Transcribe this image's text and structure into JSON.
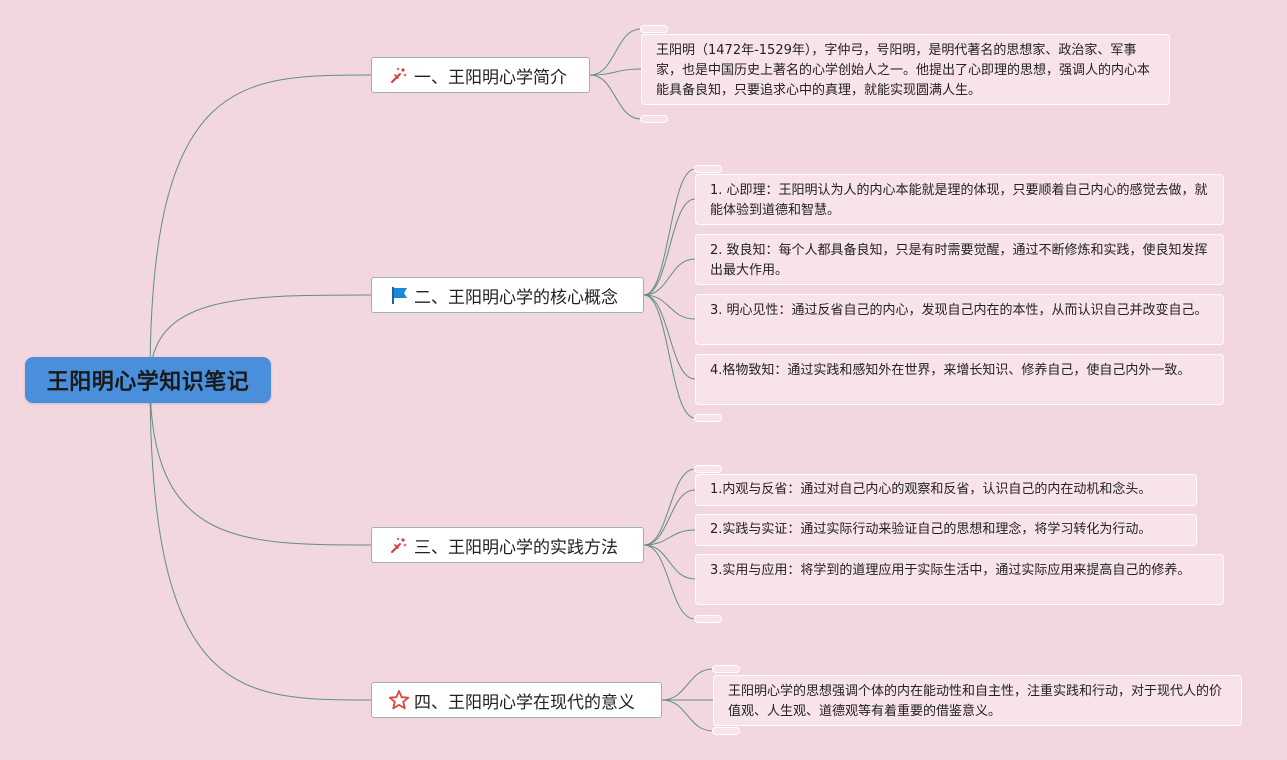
{
  "root": {
    "title": "王阳明心学知识笔记"
  },
  "branches": [
    {
      "label": "一、王阳明心学简介",
      "icon": "party-popper-icon",
      "notes": [
        "王阳明（1472年-1529年），字仲弓，号阳明，是明代著名的思想家、政治家、军事家，也是中国历史上著名的心学创始人之一。他提出了心即理的思想，强调人的内心本能具备良知，只要追求心中的真理，就能实现圆满人生。"
      ]
    },
    {
      "label": "二、王阳明心学的核心概念",
      "icon": "flag-icon",
      "notes": [
        "1. 心即理：王阳明认为人的内心本能就是理的体现，只要顺着自己内心的感觉去做，就能体验到道德和智慧。",
        "2. 致良知：每个人都具备良知，只是有时需要觉醒，通过不断修炼和实践，使良知发挥出最大作用。",
        "3. 明心见性：通过反省自己的内心，发现自己内在的本性，从而认识自己并改变自己。",
        "4.格物致知：通过实践和感知外在世界，来增长知识、修养自己，使自己内外一致。"
      ]
    },
    {
      "label": "三、王阳明心学的实践方法",
      "icon": "party-popper-icon",
      "notes": [
        "1.内观与反省：通过对自己内心的观察和反省，认识自己的内在动机和念头。",
        "2.实践与实证：通过实际行动来验证自己的思想和理念，将学习转化为行动。",
        "3.实用与应用：将学到的道理应用于实际生活中，通过实际应用来提高自己的修养。"
      ]
    },
    {
      "label": "四、王阳明心学在现代的意义",
      "icon": "star-icon",
      "notes": [
        "王阳明心学的思想强调个体的内在能动性和自主性，注重实践和行动，对于现代人的价值观、人生观、道德观等有着重要的借鉴意义。"
      ]
    }
  ],
  "colors": {
    "background": "#f2d7de",
    "root_fill": "#4a8fdc",
    "link": "#5f8f80",
    "leaf_fill": "#f7e3e8",
    "flag": "#1e88d8",
    "star": "#e0453a",
    "popper": "#d23b3b"
  }
}
